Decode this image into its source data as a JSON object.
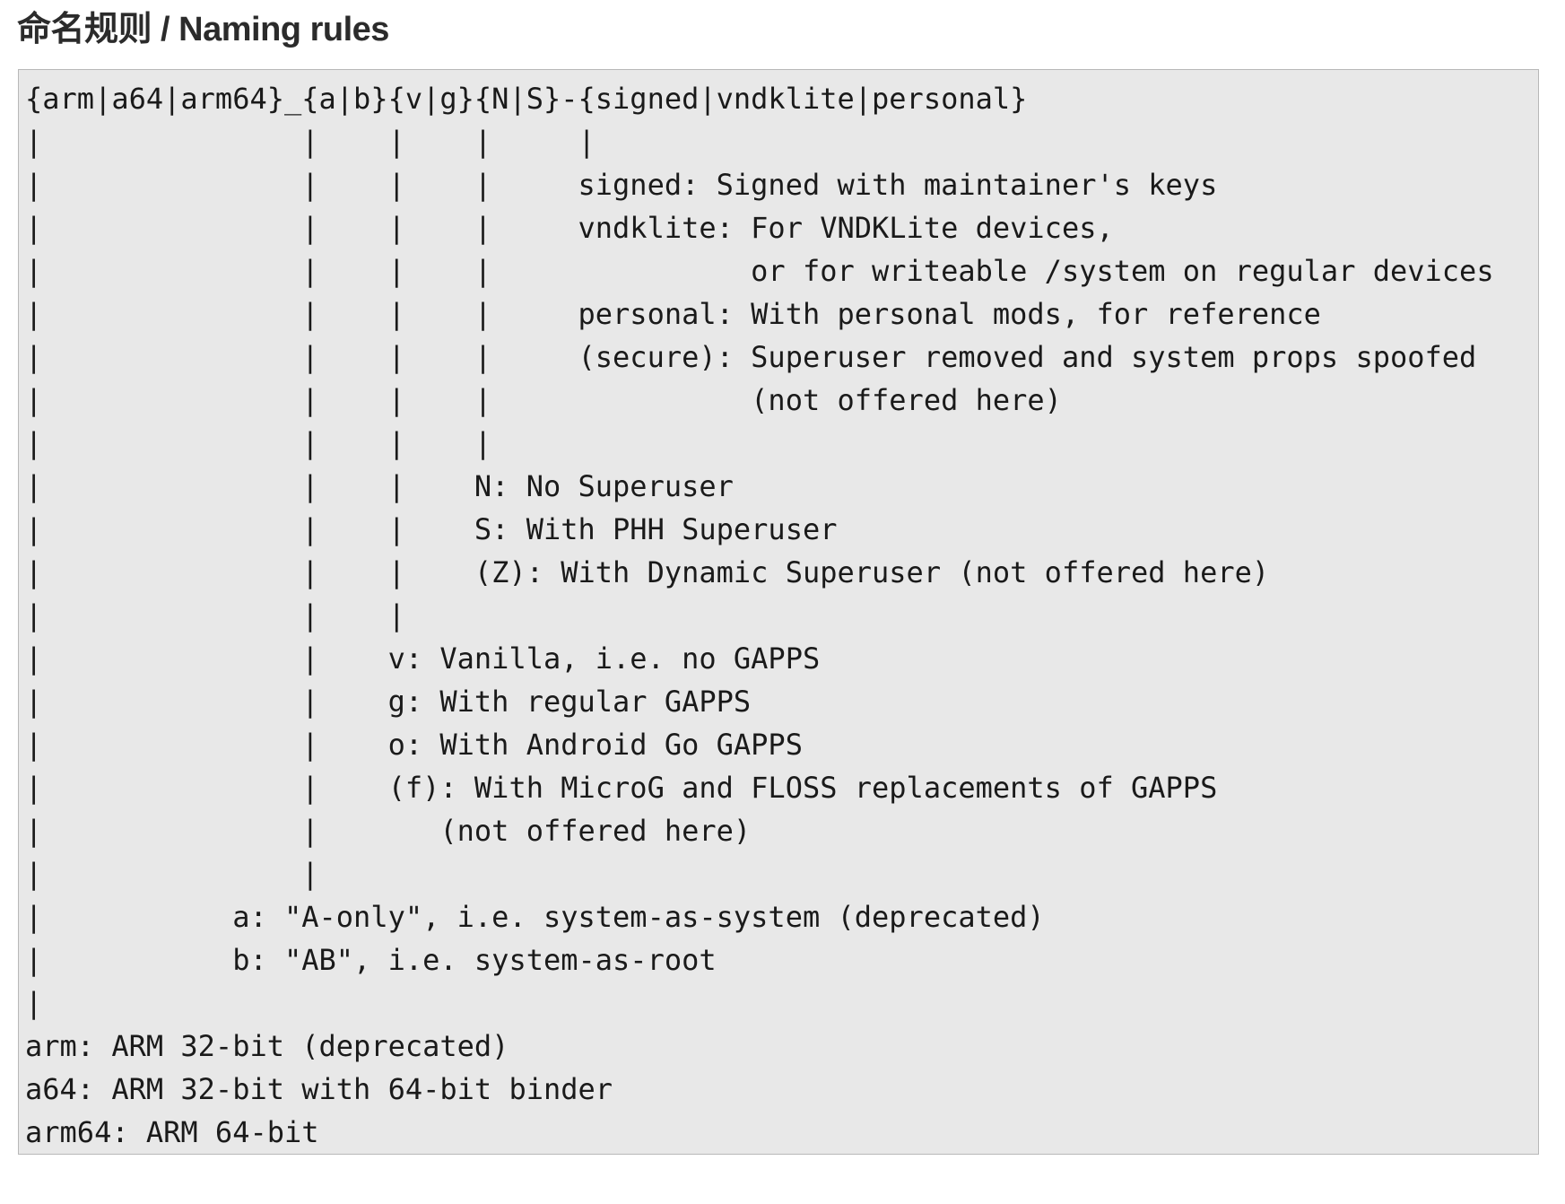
{
  "header": {
    "title": "命名规则 / Naming rules"
  },
  "code_block": {
    "lines": [
      "{arm|a64|arm64}_{a|b}{v|g}{N|S}-{signed|vndklite|personal}",
      "|               |    |    |     |",
      "|               |    |    |     signed: Signed with maintainer's keys",
      "|               |    |    |     vndklite: For VNDKLite devices,",
      "|               |    |    |               or for writeable /system on regular devices",
      "|               |    |    |     personal: With personal mods, for reference",
      "|               |    |    |     (secure): Superuser removed and system props spoofed",
      "|               |    |    |               (not offered here)",
      "|               |    |    |",
      "|               |    |    N: No Superuser",
      "|               |    |    S: With PHH Superuser",
      "|               |    |    (Z): With Dynamic Superuser (not offered here)",
      "|               |    |",
      "|               |    v: Vanilla, i.e. no GAPPS",
      "|               |    g: With regular GAPPS",
      "|               |    o: With Android Go GAPPS",
      "|               |    (f): With MicroG and FLOSS replacements of GAPPS",
      "|               |       (not offered here)",
      "|               |",
      "|           a: \"A-only\", i.e. system-as-system (deprecated)",
      "|           b: \"AB\", i.e. system-as-root",
      "|",
      "arm: ARM 32-bit (deprecated)",
      "a64: ARM 32-bit with 64-bit binder",
      "arm64: ARM 64-bit"
    ]
  },
  "colors": {
    "page_background": "#ffffff",
    "heading_text": "#2b2b2b",
    "code_background": "#e8e8e8",
    "code_border": "#b8b8b8",
    "code_text": "#1a1a1a"
  }
}
